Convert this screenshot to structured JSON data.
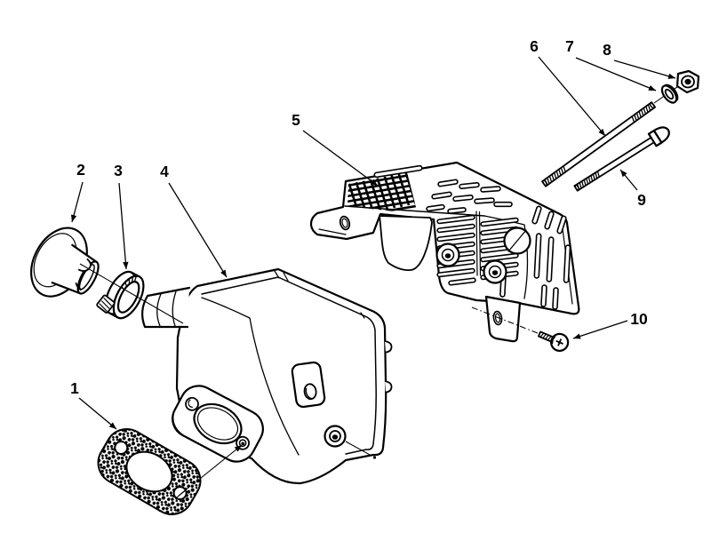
{
  "style": {
    "background_color": "#ffffff",
    "line_color": "#000000"
  },
  "figure": {
    "type": "exploded-parts-diagram"
  },
  "callouts": [
    {
      "number": "1",
      "part": "gasket"
    },
    {
      "number": "2",
      "part": "exhaust-deflector"
    },
    {
      "number": "3",
      "part": "clamp"
    },
    {
      "number": "4",
      "part": "muffler-body"
    },
    {
      "number": "5",
      "part": "heat-shield"
    },
    {
      "number": "6",
      "part": "stud"
    },
    {
      "number": "7",
      "part": "washer"
    },
    {
      "number": "8",
      "part": "nut"
    },
    {
      "number": "9",
      "part": "bolt"
    },
    {
      "number": "10",
      "part": "screw"
    }
  ]
}
